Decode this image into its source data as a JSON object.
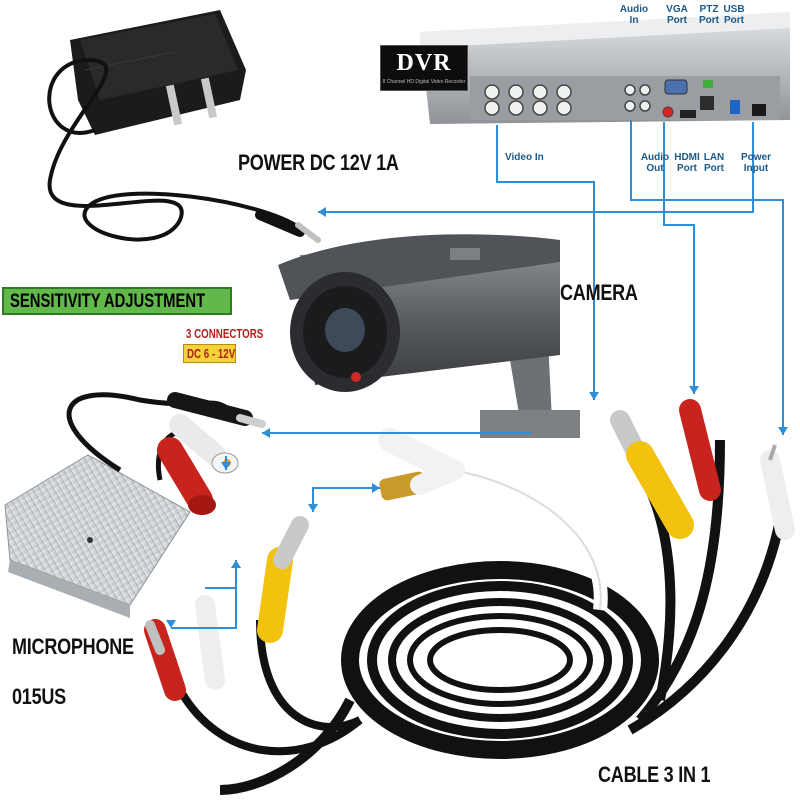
{
  "dvr": {
    "badge_title": "DVR",
    "badge_subtitle": "8 Channel HD Digital Video Recorder",
    "ports_top": [
      "Audio\nIn",
      "VGA\nPort",
      "PTZ\nPort",
      "USB\nPort"
    ],
    "ports_bottom": [
      "Video In",
      "Audio\nOut",
      "HDMI\nPort",
      "LAN\nPort",
      "Power\nInput"
    ]
  },
  "labels": {
    "power": "POWER DC 12V 1A",
    "camera": "CAMERA",
    "sensitivity": "SENSITIVITY ADJUSTMENT",
    "connectors": "3 CONNECTORS",
    "voltage": "DC 6 - 12V",
    "microphone_line1": "MICROPHONE",
    "microphone_line2": "015US",
    "cable": "CABLE 3 IN 1"
  },
  "colors": {
    "connector_line": "#2f8fd6",
    "yellow_rca": "#f2c20f",
    "red_rca": "#c8231c",
    "white_rca": "#eeeeee",
    "cable": "#111111",
    "dvr_body": "#c7c9cc",
    "camera_body": "#6d7073"
  }
}
